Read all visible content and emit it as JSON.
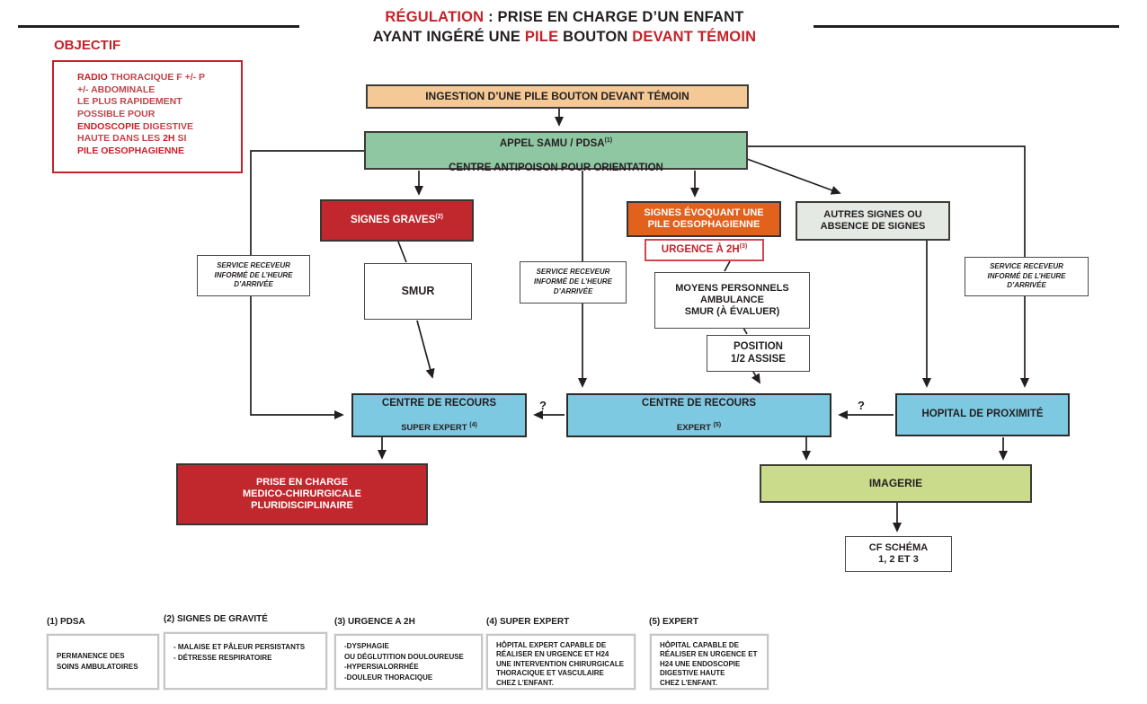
{
  "title": {
    "seg1": "RÉGULATION",
    "seg2": " : PRISE EN CHARGE D’UN ENFANT",
    "seg3": "AYANT INGÉRÉ UNE ",
    "seg4": "PILE",
    "seg5": " BOUTON ",
    "seg6": "DEVANT TÉMOIN"
  },
  "objectif": {
    "heading": "OBJECTIF",
    "l1b": "RADIO",
    "l1": " THORACIQUE F +/- P",
    "l2": "+/- ABDOMINALE",
    "l3": "LE PLUS RAPIDEMENT",
    "l4": "POSSIBLE POUR",
    "l5b": "ENDOSCOPIE",
    "l5": " DIGESTIVE",
    "l6a": "HAUTE DANS LES ",
    "l6b": "2H",
    "l6c": " SI",
    "l7": "PILE OESOPHAGIENNE"
  },
  "flow": {
    "ingestion": "INGESTION D’UNE PILE BOUTON DEVANT TÉMOIN",
    "appel_l1": "APPEL SAMU / PDSA",
    "appel_sup": "(1)",
    "appel_l2": "CENTRE ANTIPOISON POUR ORIENTATION",
    "signes_graves": "SIGNES GRAVES",
    "signes_graves_sup": "(2)",
    "smur": "SMUR",
    "service_receveur": "SERVICE RECEVEUR\nINFORMÉ DE L’HEURE\nD’ARRIVÉE",
    "signes_evoquant": "SIGNES ÉVOQUANT UNE\nPILE OESOPHAGIENNE",
    "urgence": "URGENCE À 2H",
    "urgence_sup": "(3)",
    "moyens": "MOYENS PERSONNELS\nAMBULANCE\nSMUR (À ÉVALUER)",
    "position": "POSITION\n1/2 ASSISE",
    "autres_signes": "AUTRES SIGNES OU\nABSENCE DE SIGNES",
    "recours_super_l1": "CENTRE DE RECOURS",
    "recours_super_l2": "SUPER EXPERT ",
    "recours_super_sup": "(4)",
    "recours_expert_l1": "CENTRE DE RECOURS",
    "recours_expert_l2": "EXPERT ",
    "recours_expert_sup": "(5)",
    "hopital": "HOPITAL DE PROXIMITÉ",
    "prise_en_charge": "PRISE EN CHARGE\nMEDICO-CHIRURGICALE\nPLURIDISCIPLINAIRE",
    "imagerie": "IMAGERIE",
    "cf_schema": "CF SCHÉMA\n1, 2 ET 3",
    "question_left": "?",
    "question_right": "?"
  },
  "notes": [
    {
      "label": "(1) PDSA",
      "text": "PERMANENCE DES\nSOINS AMBULATOIRES"
    },
    {
      "label": "(2) SIGNES DE GRAVITÉ",
      "text": "- MALAISE ET PÂLEUR PERSISTANTS\n- DÉTRESSE RESPIRATOIRE"
    },
    {
      "label": "(3) URGENCE A 2H",
      "text": "-DYSPHAGIE\nOU DÉGLUTITION DOULOUREUSE\n-HYPERSIALORRHÉE\n-DOULEUR THORACIQUE"
    },
    {
      "label": "(4) SUPER EXPERT",
      "text": "HÔPITAL EXPERT CAPABLE DE\nRÉALISER EN URGENCE ET H24\nUNE INTERVENTION CHIRURGICALE\nTHORACIQUE ET VASCULAIRE\nCHEZ L’ENFANT."
    },
    {
      "label": "(5) EXPERT",
      "text": "HÔPITAL CAPABLE DE\nRÉALISER EN URGENCE ET\nH24 UNE ENDOSCOPIE\nDIGESTIVE HAUTE\nCHEZ L’ENFANT."
    }
  ],
  "colors": {
    "accent_red": "#c4222a",
    "box_red": "#c0282e",
    "orange": "#e2611c",
    "green": "#8fc7a3",
    "tan": "#f4c996",
    "blue": "#7ec9e2",
    "yellow_green": "#cadb8c",
    "light_gray_green": "#e4e9e3",
    "line_black": "#231f20"
  }
}
